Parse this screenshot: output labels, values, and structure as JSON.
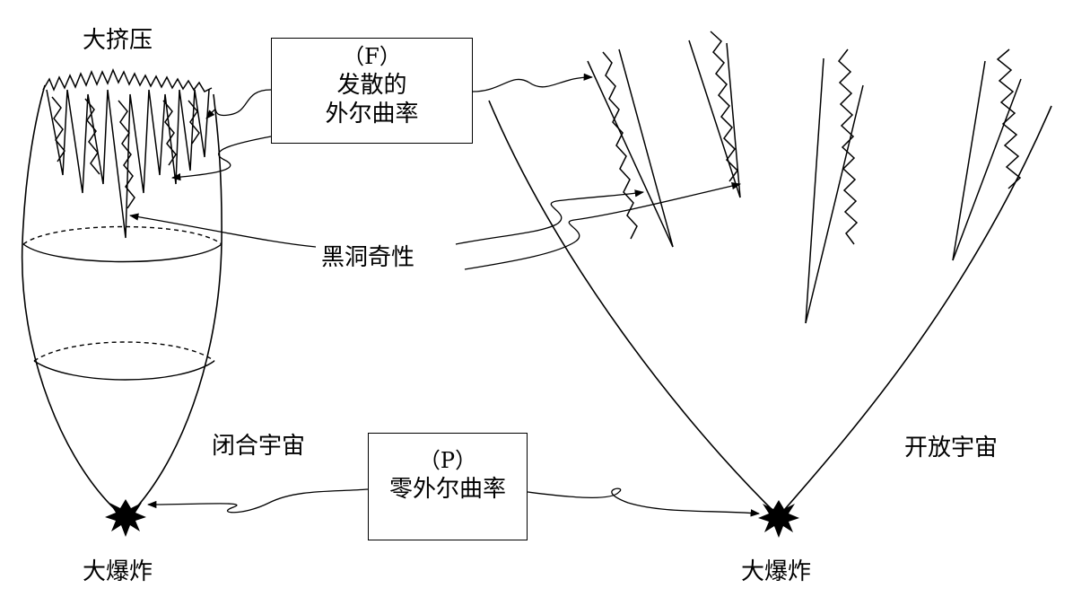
{
  "labels": {
    "big_crunch": "大挤压",
    "black_hole_singularity": "黑洞奇性",
    "closed_universe": "闭合宇宙",
    "open_universe": "开放宇宙",
    "big_bang_left": "大爆炸",
    "big_bang_right": "大爆炸"
  },
  "box_f": {
    "code": "（F）",
    "line1": "发散的",
    "line2": "外尔曲率"
  },
  "box_p": {
    "code": "（P）",
    "line1": "零外尔曲率"
  }
}
